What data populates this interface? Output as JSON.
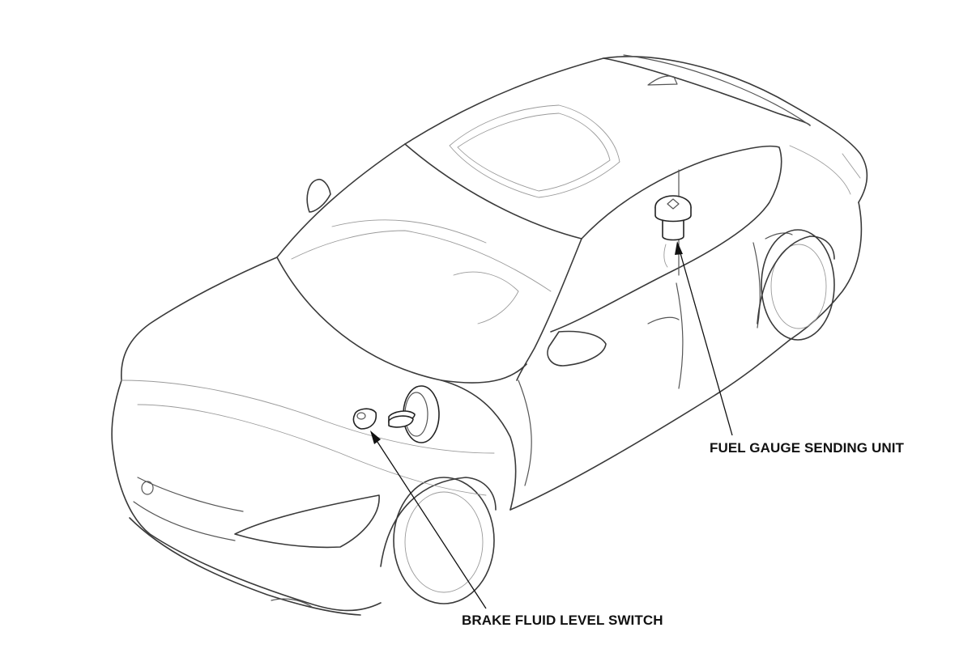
{
  "diagram": {
    "callouts": [
      {
        "id": "fuel",
        "text": "FUEL GAUGE SENDING UNIT"
      },
      {
        "id": "brake",
        "text": "BRAKE FLUID LEVEL SWITCH"
      }
    ],
    "line_color": "#3a3a3a",
    "leader_color": "#111111",
    "background": "#ffffff"
  }
}
